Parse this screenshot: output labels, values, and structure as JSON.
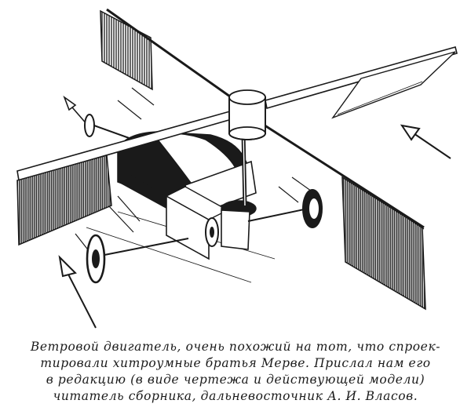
{
  "figure": {
    "description_icon": "wind-engine-illustration-icon"
  },
  "caption": {
    "lines": [
      "Ветровой двигатель, очень похожий на тот, что спроек-",
      "тировали хитроумные братья Мерве. Прислал нам его",
      "в редакцию (в виде чертежа и действующей модели)",
      "читатель сборника, дальневосточник А. И. Власов."
    ]
  },
  "colors": {
    "ink": "#1a1a1a",
    "paper": "#ffffff"
  }
}
